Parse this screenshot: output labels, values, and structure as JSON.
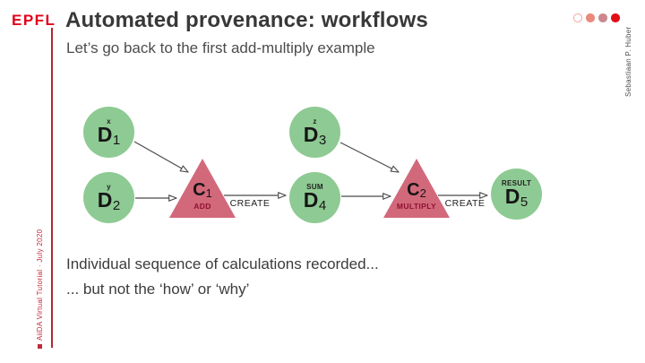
{
  "slide": {
    "logo_text": "EPFL",
    "title": "Automated provenance: workflows",
    "subtitle": "Let’s go back to the first add-multiply example",
    "left_vertical_label": "AiiDA Virtual Tutorial · July 2020",
    "right_vertical_label": "Sebastiaan P. Huber",
    "footer_line1": "Individual sequence of calculations recorded...",
    "footer_line2": "... but not the ‘how’ or ‘why’"
  },
  "progress_dots": [
    {
      "name": "dot-outline",
      "fill": "#ffffff",
      "border": "#f0a9a2"
    },
    {
      "name": "dot-salmon",
      "fill": "#ea8a7b",
      "border": "#ea8a7b"
    },
    {
      "name": "dot-rose",
      "fill": "#c9898e",
      "border": "#c9898e"
    },
    {
      "name": "dot-red",
      "fill": "#e20e18",
      "border": "#e20e18"
    }
  ],
  "diagram": {
    "nodes": {
      "d1": {
        "letter": "D",
        "sub": "1",
        "tag": "x"
      },
      "d2": {
        "letter": "D",
        "sub": "2",
        "tag": "y"
      },
      "d3": {
        "letter": "D",
        "sub": "3",
        "tag": "z"
      },
      "d4": {
        "letter": "D",
        "sub": "4",
        "tag": "SUM"
      },
      "d5": {
        "letter": "D",
        "sub": "5",
        "tag": "RESULT"
      },
      "c1": {
        "letter": "C",
        "sub": "1",
        "tag": "ADD"
      },
      "c2": {
        "letter": "C",
        "sub": "2",
        "tag": "MULTIPLY"
      }
    },
    "edge_labels": {
      "create1": "CREATE",
      "create2": "CREATE"
    },
    "colors": {
      "data_node": "#8eca93",
      "calc_node": "#d2697b",
      "calc_tag_text": "#8e1230",
      "arrow": "#4a4a4a",
      "accent_red": "#e2001a",
      "divider_red": "#b02837"
    }
  }
}
